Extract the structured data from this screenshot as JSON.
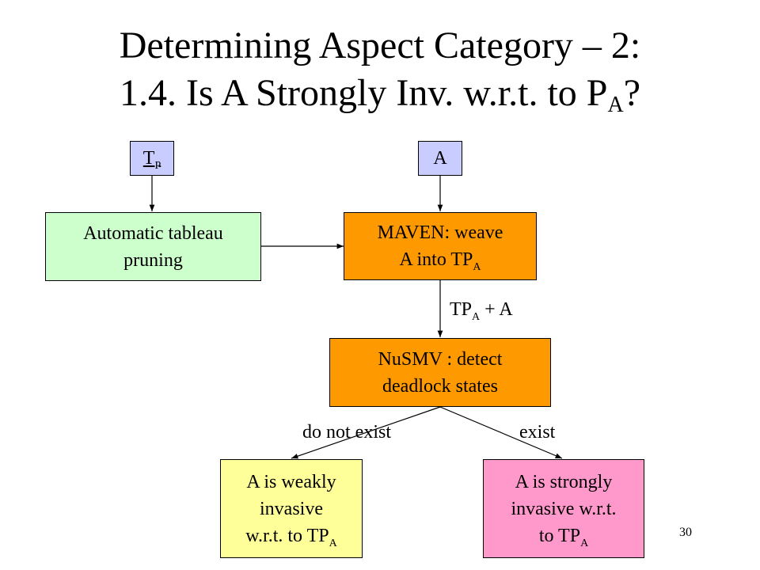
{
  "title": {
    "line1": "Determining Aspect Category – 2:",
    "line2_main": "1.4. Is A Strongly Inv. w.r.t. to P",
    "line2_sub": "A",
    "line2_end": "?"
  },
  "nodes": {
    "tp": {
      "main": "T",
      "sub": "P",
      "color": "#c9ccff"
    },
    "a": {
      "text": "A",
      "color": "#c9ccff"
    },
    "pruning": {
      "text": "Automatic tableau pruning",
      "color": "#ccffcc"
    },
    "maven": {
      "line1": "MAVEN: weave",
      "line2_main": "A into TP",
      "line2_sub": "A",
      "color": "#ff9900"
    },
    "nusmv": {
      "line1": "NuSMV : detect",
      "line2": "deadlock states",
      "color": "#ff9900"
    },
    "weak": {
      "line1": "A is weakly",
      "line2": "invasive",
      "line3_main": "w.r.t. to TP",
      "line3_sub": "A",
      "color": "#ffff99"
    },
    "strong": {
      "line1": "A is strongly",
      "line2": "invasive w.r.t.",
      "line3_main": "to TP",
      "line3_sub": "A",
      "color": "#ff99cc"
    }
  },
  "edge_labels": {
    "tpa_plus_a": {
      "main": "TP",
      "sub": "A",
      "rest": " + A"
    },
    "do_not_exist": "do not exist",
    "exist": "exist"
  },
  "page_number": "30"
}
